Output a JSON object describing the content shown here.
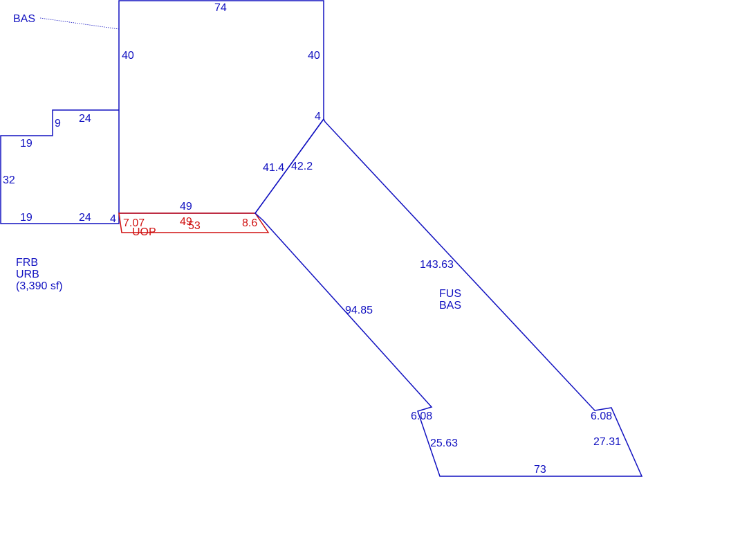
{
  "colors": {
    "main": "#1010c0",
    "accent": "#d01010",
    "background": "#ffffff"
  },
  "callout": {
    "label": "BAS"
  },
  "area_one": {
    "lines": [
      "FRB",
      "URB",
      "(3,390 sf)"
    ]
  },
  "area_two": {
    "lines": [
      "FUS",
      "BAS"
    ]
  },
  "porch": {
    "label": "UOP"
  },
  "dimensions": {
    "top": "74",
    "left_upper": "40",
    "right_upper": "40",
    "step_small": "9",
    "step_upper": "24",
    "corner": "4",
    "left_step_upper": "19",
    "left_side": "32",
    "left_step_lower": "19",
    "bottom_left": "24",
    "bottom_small": "4",
    "diag_inner": "41.4",
    "diag_outer": "42.2",
    "mid_top": "49",
    "long_right": "143.63",
    "long_left": "94.85",
    "notch_left": "6.08",
    "notch_right": "6.08",
    "lower_left": "25.63",
    "lower_right": "27.31",
    "bottom": "73"
  },
  "porch_dimensions": {
    "left": "7.07",
    "top": "49",
    "bottom": "53",
    "right": "8.6"
  }
}
